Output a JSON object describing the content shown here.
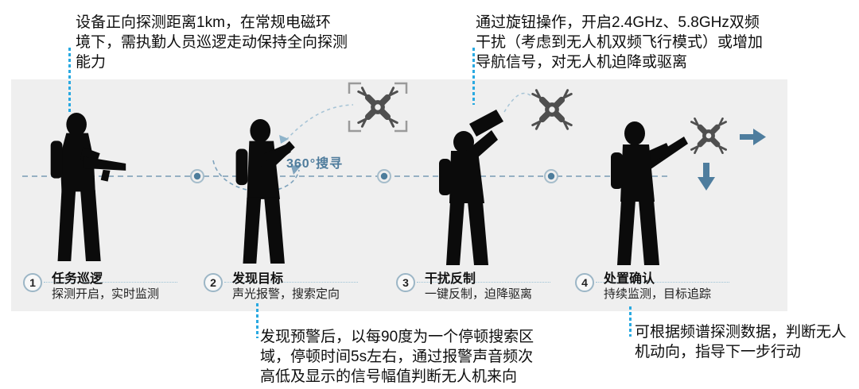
{
  "colors": {
    "panel_bg": "#efefef",
    "leader_blue": "#29a9e1",
    "flow_arrow_blue": "#4e7d9e",
    "dash_line_blue": "#96b0c3",
    "dot_fill_blue": "#4d7d9c",
    "search_label_blue": "#4f7c9c",
    "silhouette_black": "#0b0b0b",
    "drone_gray": "#4f4f4f",
    "bracket_gray": "#9a9a9a"
  },
  "annotations": {
    "top_left": {
      "lines": [
        "设备正向探测距离1km，在常规电磁环",
        "境下，需执勤人员巡逻走动保持全向探测",
        "能力"
      ]
    },
    "top_right": {
      "lines": [
        "通过旋钮操作，开启2.4GHz、5.8GHz双频",
        "干扰（考虑到无人机双频飞行模式）或增加",
        "导航信号，对无人机迫降或驱离"
      ]
    },
    "bottom_center": {
      "lines": [
        "发现预警后，以每90度为一个停顿搜索区",
        "域，停顿时间5s左右，通过报警声音频次",
        "高低及显示的信号幅值判断无人机来向"
      ]
    },
    "bottom_right": {
      "lines": [
        "可根据频谱探测数据，判断无人",
        "机动向，指导下一步行动"
      ]
    }
  },
  "flow": {
    "search_label": "360°搜寻"
  },
  "steps": [
    {
      "number": "1",
      "title": "任务巡逻",
      "subtitle": "探测开启，实时监测"
    },
    {
      "number": "2",
      "title": "发现目标",
      "subtitle": "声光报警，搜索定向"
    },
    {
      "number": "3",
      "title": "干扰反制",
      "subtitle": "一键反制，迫降驱离"
    },
    {
      "number": "4",
      "title": "处置确认",
      "subtitle": "持续监测，目标追踪"
    }
  ],
  "icons": {
    "drone": "quadcopter glyph",
    "target_brackets": "corner frame around detected drone",
    "right_arrow": "solid right arrow (drone driven away)",
    "down_arrow": "solid down arrow (drone forced to land)",
    "timeline_dot": "ringed dot on dashed patrol line"
  }
}
